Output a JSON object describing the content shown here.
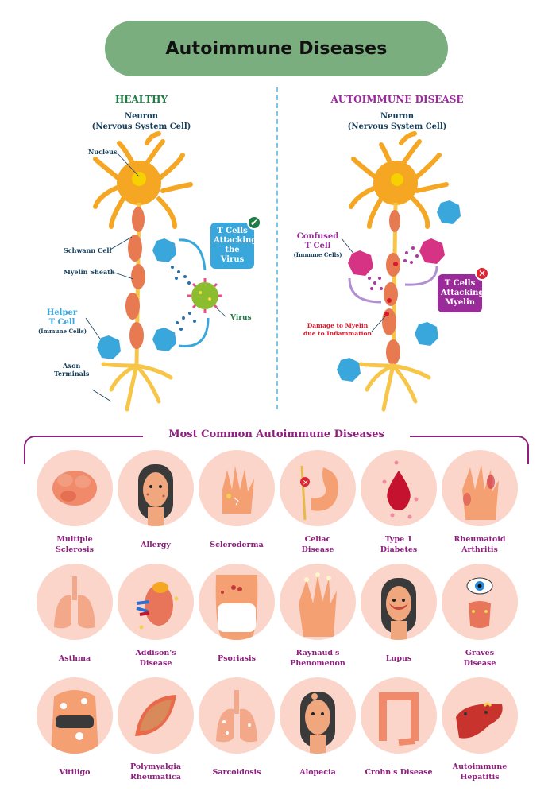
{
  "header": {
    "title": "Autoimmune Diseases"
  },
  "colors": {
    "title_bg": "#7aae7e",
    "healthy": "#1f7a44",
    "autoimmune": "#9b2b9b",
    "label_dark": "#123c5a",
    "tcell_blue": "#3aa7dc",
    "confused_tcell": "#d63384",
    "damage_red": "#d7192b",
    "disease_circle": "#fbd5c9",
    "disease_label": "#8e1f7e"
  },
  "healthy_panel": {
    "heading": "HEALTHY",
    "neuron_title": "Neuron",
    "neuron_subtitle": "(Nervous System Cell)",
    "labels": {
      "nucleus": "Nucleus",
      "schwann_cell": "Schwann Cell",
      "myelin_sheath": "Myelin Sheath",
      "helper_line1": "Helper",
      "helper_line2": "T Cell",
      "helper_sub": "(Immune Cells)",
      "axon_line1": "Axon",
      "axon_line2": "Terminals",
      "virus": "Virus"
    },
    "callout": {
      "line1": "T Cells",
      "line2": "Attacking",
      "line3": "the Virus",
      "status_icon": "check"
    }
  },
  "autoimmune_panel": {
    "heading": "AUTOIMMUNE DISEASE",
    "neuron_title": "Neuron",
    "neuron_subtitle": "(Nervous System Cell)",
    "labels": {
      "confused_line1": "Confused",
      "confused_line2": "T Cell",
      "confused_sub": "(Immune Cells)",
      "damage_line1": "Damage to Myelin",
      "damage_line2": "due to Inflammation"
    },
    "callout": {
      "line1": "T Cells",
      "line2": "Attacking",
      "line3": "Myelin",
      "status_icon": "cross"
    }
  },
  "common_section": {
    "title": "Most Common Autoimmune Diseases",
    "diseases": [
      {
        "line1": "Multiple",
        "line2": "Sclerosis",
        "icon": "brain"
      },
      {
        "line1": "Allergy",
        "line2": "",
        "icon": "face-spots"
      },
      {
        "line1": "Scleroderma",
        "line2": "",
        "icon": "hand-cracked"
      },
      {
        "line1": "Celiac",
        "line2": "Disease",
        "icon": "stomach-wheat"
      },
      {
        "line1": "Type 1",
        "line2": "Diabetes",
        "icon": "blood-drop"
      },
      {
        "line1": "Rheumatoid",
        "line2": "Arthritis",
        "icon": "hand-inflamed"
      },
      {
        "line1": "Asthma",
        "line2": "",
        "icon": "lungs"
      },
      {
        "line1": "Addison's",
        "line2": "Disease",
        "icon": "kidney"
      },
      {
        "line1": "Psoriasis",
        "line2": "",
        "icon": "back-lesions"
      },
      {
        "line1": "Raynaud's",
        "line2": "Phenomenon",
        "icon": "hand-pale"
      },
      {
        "line1": "Lupus",
        "line2": "",
        "icon": "face-butterfly-rash"
      },
      {
        "line1": "Graves",
        "line2": "Disease",
        "icon": "eye-thyroid"
      },
      {
        "line1": "Vitiligo",
        "line2": "",
        "icon": "torso-patches"
      },
      {
        "line1": "Polymyalgia",
        "line2": "Rheumatica",
        "icon": "muscle"
      },
      {
        "line1": "Sarcoidosis",
        "line2": "",
        "icon": "lungs-spots"
      },
      {
        "line1": "Alopecia",
        "line2": "",
        "icon": "face-hair-loss"
      },
      {
        "line1": "Crohn's Disease",
        "line2": "",
        "icon": "intestine"
      },
      {
        "line1": "Autoimmune",
        "line2": "Hepatitis",
        "icon": "liver"
      }
    ]
  }
}
